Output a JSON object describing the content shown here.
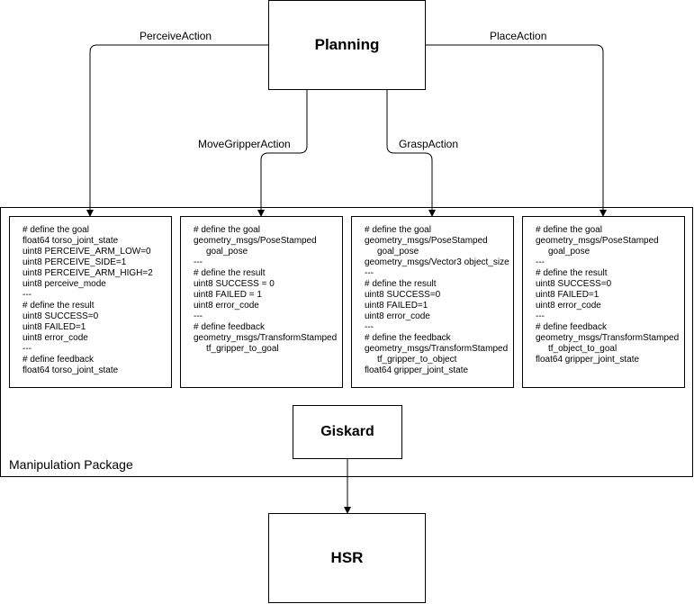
{
  "nodes": {
    "planning": "Planning",
    "giskard": "Giskard",
    "hsr": "HSR",
    "package": "Manipulation Package"
  },
  "edges": {
    "perceive": "PerceiveAction",
    "place": "PlaceAction",
    "move_gripper": "MoveGripperAction",
    "grasp": "GraspAction"
  },
  "messages": [
    {
      "lines": [
        {
          "text": "# define the goal",
          "indent": false
        },
        {
          "text": "float64 torso_joint_state",
          "indent": false
        },
        {
          "text": "uint8 PERCEIVE_ARM_LOW=0",
          "indent": false
        },
        {
          "text": "uint8 PERCEIVE_SIDE=1",
          "indent": false
        },
        {
          "text": "uint8 PERCEIVE_ARM_HIGH=2",
          "indent": false
        },
        {
          "text": "uint8 perceive_mode",
          "indent": false
        },
        {
          "text": "---",
          "indent": false
        },
        {
          "text": "# define the result",
          "indent": false
        },
        {
          "text": "uint8 SUCCESS=0",
          "indent": false
        },
        {
          "text": "uint8 FAILED=1",
          "indent": false
        },
        {
          "text": "uint8 error_code",
          "indent": false
        },
        {
          "text": "---",
          "indent": false
        },
        {
          "text": "# define feedback",
          "indent": false
        },
        {
          "text": "float64 torso_joint_state",
          "indent": false
        }
      ]
    },
    {
      "lines": [
        {
          "text": "# define the goal",
          "indent": false
        },
        {
          "text": "geometry_msgs/PoseStamped",
          "indent": false
        },
        {
          "text": "goal_pose",
          "indent": true
        },
        {
          "text": "---",
          "indent": false
        },
        {
          "text": "# define the result",
          "indent": false
        },
        {
          "text": "uint8 SUCCESS = 0",
          "indent": false
        },
        {
          "text": "uint8 FAILED = 1",
          "indent": false
        },
        {
          "text": "uint8 error_code",
          "indent": false
        },
        {
          "text": "---",
          "indent": false
        },
        {
          "text": "# define feedback",
          "indent": false
        },
        {
          "text": "geometry_msgs/TransformStamped",
          "indent": false
        },
        {
          "text": "tf_gripper_to_goal",
          "indent": true
        }
      ]
    },
    {
      "lines": [
        {
          "text": "# define the goal",
          "indent": false
        },
        {
          "text": "geometry_msgs/PoseStamped",
          "indent": false
        },
        {
          "text": "goal_pose",
          "indent": true
        },
        {
          "text": "geometry_msgs/Vector3 object_size",
          "indent": false
        },
        {
          "text": "---",
          "indent": false
        },
        {
          "text": "# define the result",
          "indent": false
        },
        {
          "text": "uint8 SUCCESS=0",
          "indent": false
        },
        {
          "text": "uint8 FAILED=1",
          "indent": false
        },
        {
          "text": "uint8 error_code",
          "indent": false
        },
        {
          "text": "---",
          "indent": false
        },
        {
          "text": "# define the feedback",
          "indent": false
        },
        {
          "text": "geometry_msgs/TransformStamped",
          "indent": false
        },
        {
          "text": "tf_gripper_to_object",
          "indent": true
        },
        {
          "text": "float64 gripper_joint_state",
          "indent": false
        }
      ]
    },
    {
      "lines": [
        {
          "text": "# define the goal",
          "indent": false
        },
        {
          "text": "geometry_msgs/PoseStamped",
          "indent": false
        },
        {
          "text": "goal_pose",
          "indent": true
        },
        {
          "text": "---",
          "indent": false
        },
        {
          "text": "# define the result",
          "indent": false
        },
        {
          "text": "uint8 SUCCESS=0",
          "indent": false
        },
        {
          "text": "uint8 FAILED=1",
          "indent": false
        },
        {
          "text": "uint8 error_code",
          "indent": false
        },
        {
          "text": "---",
          "indent": false
        },
        {
          "text": "# define feedback",
          "indent": false
        },
        {
          "text": "geometry_msgs/TransformStamped",
          "indent": false
        },
        {
          "text": "tf_object_to_goal",
          "indent": true
        },
        {
          "text": "float64 gripper_joint_state",
          "indent": false
        }
      ]
    }
  ]
}
